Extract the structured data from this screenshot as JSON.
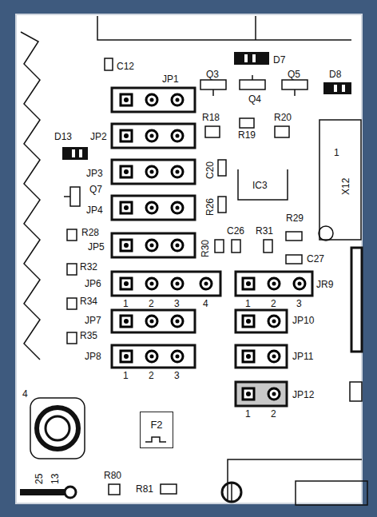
{
  "diagram": {
    "nodes": [
      {
        "text": [
          "F2"
        ]
      }
    ],
    "labels": [
      "C12",
      "JP1",
      "Q3",
      "D7",
      "Q4",
      "Q5",
      "D8",
      "R18",
      "R19",
      "R20",
      "D13",
      "JP2",
      "C20",
      "JP3",
      "IC3",
      "Q7",
      "JP4",
      "R26",
      "R28",
      "R29",
      "C26",
      "R31",
      "R30",
      "JP5",
      "C27",
      "R32",
      "JP6",
      "JR9",
      "1",
      "2",
      "3",
      "4",
      "1",
      "2",
      "3",
      "R34",
      "JP7",
      "JP10",
      "R35",
      "JP8",
      "JP11",
      "1",
      "2",
      "3",
      "JP12",
      "1",
      "2",
      "1",
      "X12",
      "4",
      "25",
      "13",
      "R80",
      "R81"
    ]
  }
}
